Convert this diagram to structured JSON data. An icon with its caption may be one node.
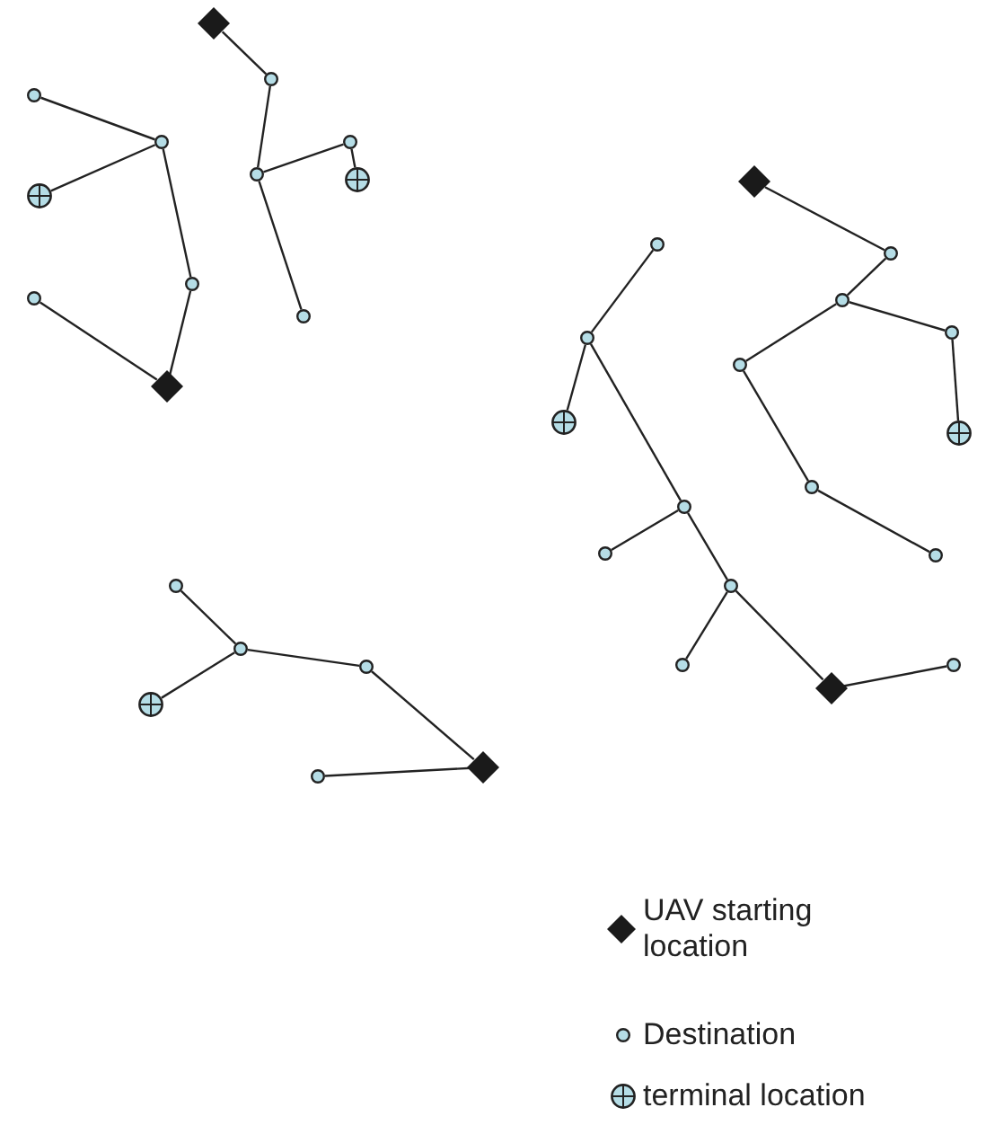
{
  "diagram": {
    "nodes": [
      {
        "text": [],
        "shape": "diamond"
      },
      {
        "text": [],
        "shape": "circle"
      },
      {
        "text": [],
        "shape": "circle"
      },
      {
        "text": [],
        "shape": "circle"
      },
      {
        "text": [],
        "shape": "crosshair"
      },
      {
        "text": [],
        "shape": "circle"
      },
      {
        "text": [],
        "shape": "circle"
      },
      {
        "text": [],
        "shape": "circle"
      },
      {
        "text": [],
        "shape": "crosshair"
      },
      {
        "text": [],
        "shape": "circle"
      },
      {
        "text": [],
        "shape": "diamond"
      },
      {
        "text": [],
        "shape": "circle"
      },
      {
        "text": [],
        "shape": "diamond"
      },
      {
        "text": [],
        "shape": "circle"
      },
      {
        "text": [],
        "shape": "circle"
      },
      {
        "text": [],
        "shape": "circle"
      },
      {
        "text": [],
        "shape": "crosshair"
      },
      {
        "text": [],
        "shape": "circle"
      },
      {
        "text": [],
        "shape": "circle"
      },
      {
        "text": [],
        "shape": "circle"
      },
      {
        "text": [],
        "shape": "circle"
      },
      {
        "text": [],
        "shape": "circle"
      },
      {
        "text": [],
        "shape": "crosshair"
      },
      {
        "text": [],
        "shape": "circle"
      },
      {
        "text": [],
        "shape": "circle"
      },
      {
        "text": [],
        "shape": "circle"
      },
      {
        "text": [],
        "shape": "circle"
      },
      {
        "text": [],
        "shape": "diamond"
      },
      {
        "text": [],
        "shape": "circle"
      },
      {
        "text": [],
        "shape": "circle"
      },
      {
        "text": [],
        "shape": "circle"
      },
      {
        "text": [],
        "shape": "crosshair"
      },
      {
        "text": [],
        "shape": "circle"
      },
      {
        "text": [],
        "shape": "diamond"
      },
      {
        "text": [],
        "shape": "circle"
      }
    ],
    "edges": [
      {
        "from": 0,
        "to": 1,
        "arrow": "none"
      },
      {
        "from": 1,
        "to": 2,
        "arrow": "none"
      },
      {
        "from": 2,
        "to": 3,
        "arrow": "none"
      },
      {
        "from": 3,
        "to": 4,
        "arrow": "none"
      },
      {
        "from": 2,
        "to": 5,
        "arrow": "none"
      },
      {
        "from": 6,
        "to": 7,
        "arrow": "none"
      },
      {
        "from": 7,
        "to": 8,
        "arrow": "none"
      },
      {
        "from": 7,
        "to": 9,
        "arrow": "none"
      },
      {
        "from": 9,
        "to": 10,
        "arrow": "none"
      },
      {
        "from": 10,
        "to": 11,
        "arrow": "none"
      },
      {
        "from": 12,
        "to": 13,
        "arrow": "none"
      },
      {
        "from": 13,
        "to": 14,
        "arrow": "none"
      },
      {
        "from": 14,
        "to": 15,
        "arrow": "none"
      },
      {
        "from": 15,
        "to": 16,
        "arrow": "none"
      },
      {
        "from": 14,
        "to": 17,
        "arrow": "none"
      },
      {
        "from": 17,
        "to": 18,
        "arrow": "none"
      },
      {
        "from": 18,
        "to": 19,
        "arrow": "none"
      },
      {
        "from": 20,
        "to": 21,
        "arrow": "none"
      },
      {
        "from": 21,
        "to": 22,
        "arrow": "none"
      },
      {
        "from": 21,
        "to": 23,
        "arrow": "none"
      },
      {
        "from": 23,
        "to": 24,
        "arrow": "none"
      },
      {
        "from": 23,
        "to": 25,
        "arrow": "none"
      },
      {
        "from": 25,
        "to": 26,
        "arrow": "none"
      },
      {
        "from": 25,
        "to": 27,
        "arrow": "none"
      },
      {
        "from": 27,
        "to": 28,
        "arrow": "none"
      },
      {
        "from": 29,
        "to": 30,
        "arrow": "none"
      },
      {
        "from": 30,
        "to": 31,
        "arrow": "none"
      },
      {
        "from": 30,
        "to": 32,
        "arrow": "none"
      },
      {
        "from": 32,
        "to": 33,
        "arrow": "none"
      },
      {
        "from": 33,
        "to": 34,
        "arrow": "none"
      }
    ],
    "legend": [
      {
        "text": "UAV starting location"
      },
      {
        "text": "Destination"
      },
      {
        "text": "terminal location"
      }
    ]
  }
}
